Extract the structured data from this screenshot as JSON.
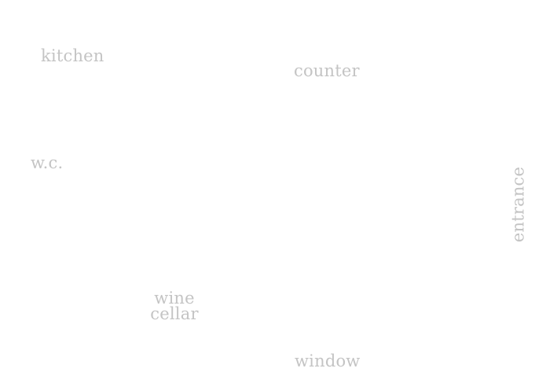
{
  "colors": {
    "background": "#ffffff",
    "label_text": "#c4c4c4"
  },
  "floorplan": {
    "labels": {
      "kitchen": "kitchen",
      "counter": "counter",
      "wc": "w.c.",
      "entrance": "entrance",
      "wine_cellar": [
        "wine",
        "cellar"
      ],
      "window": "window"
    }
  }
}
